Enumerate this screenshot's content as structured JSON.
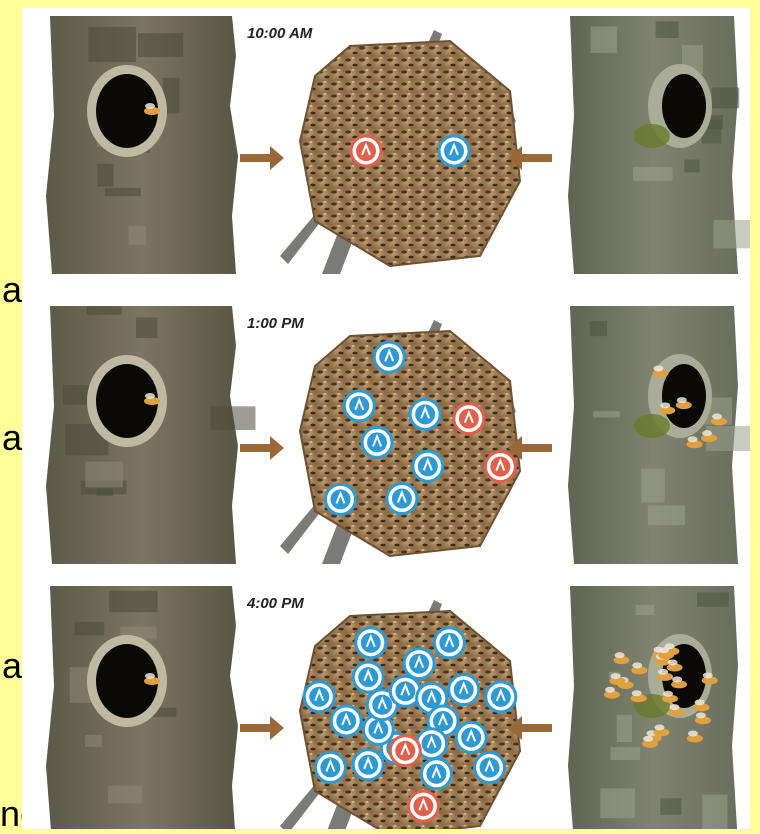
{
  "figure": {
    "rows": [
      {
        "time_label": "10:00 AM",
        "blue_scouts": 1,
        "red_scouts": 1,
        "bees_at_new_site": 0
      },
      {
        "time_label": "1:00 PM",
        "blue_scouts": 7,
        "red_scouts": 2,
        "bees_at_new_site": 6
      },
      {
        "time_label": "4:00 PM",
        "blue_scouts": 20,
        "red_scouts": 2,
        "bees_at_new_site": 22
      }
    ]
  },
  "slide_fragments": {
    "letters": [
      "a",
      "a",
      "a",
      "ne"
    ]
  },
  "colors": {
    "slide_bg": "#ffff99",
    "bark": "#6f6a55",
    "swarm": "#a5835a",
    "scout_blue": "#2e9ad4",
    "scout_red": "#e0604c",
    "arrow": "#9a6838",
    "bee": "#e0a040"
  }
}
